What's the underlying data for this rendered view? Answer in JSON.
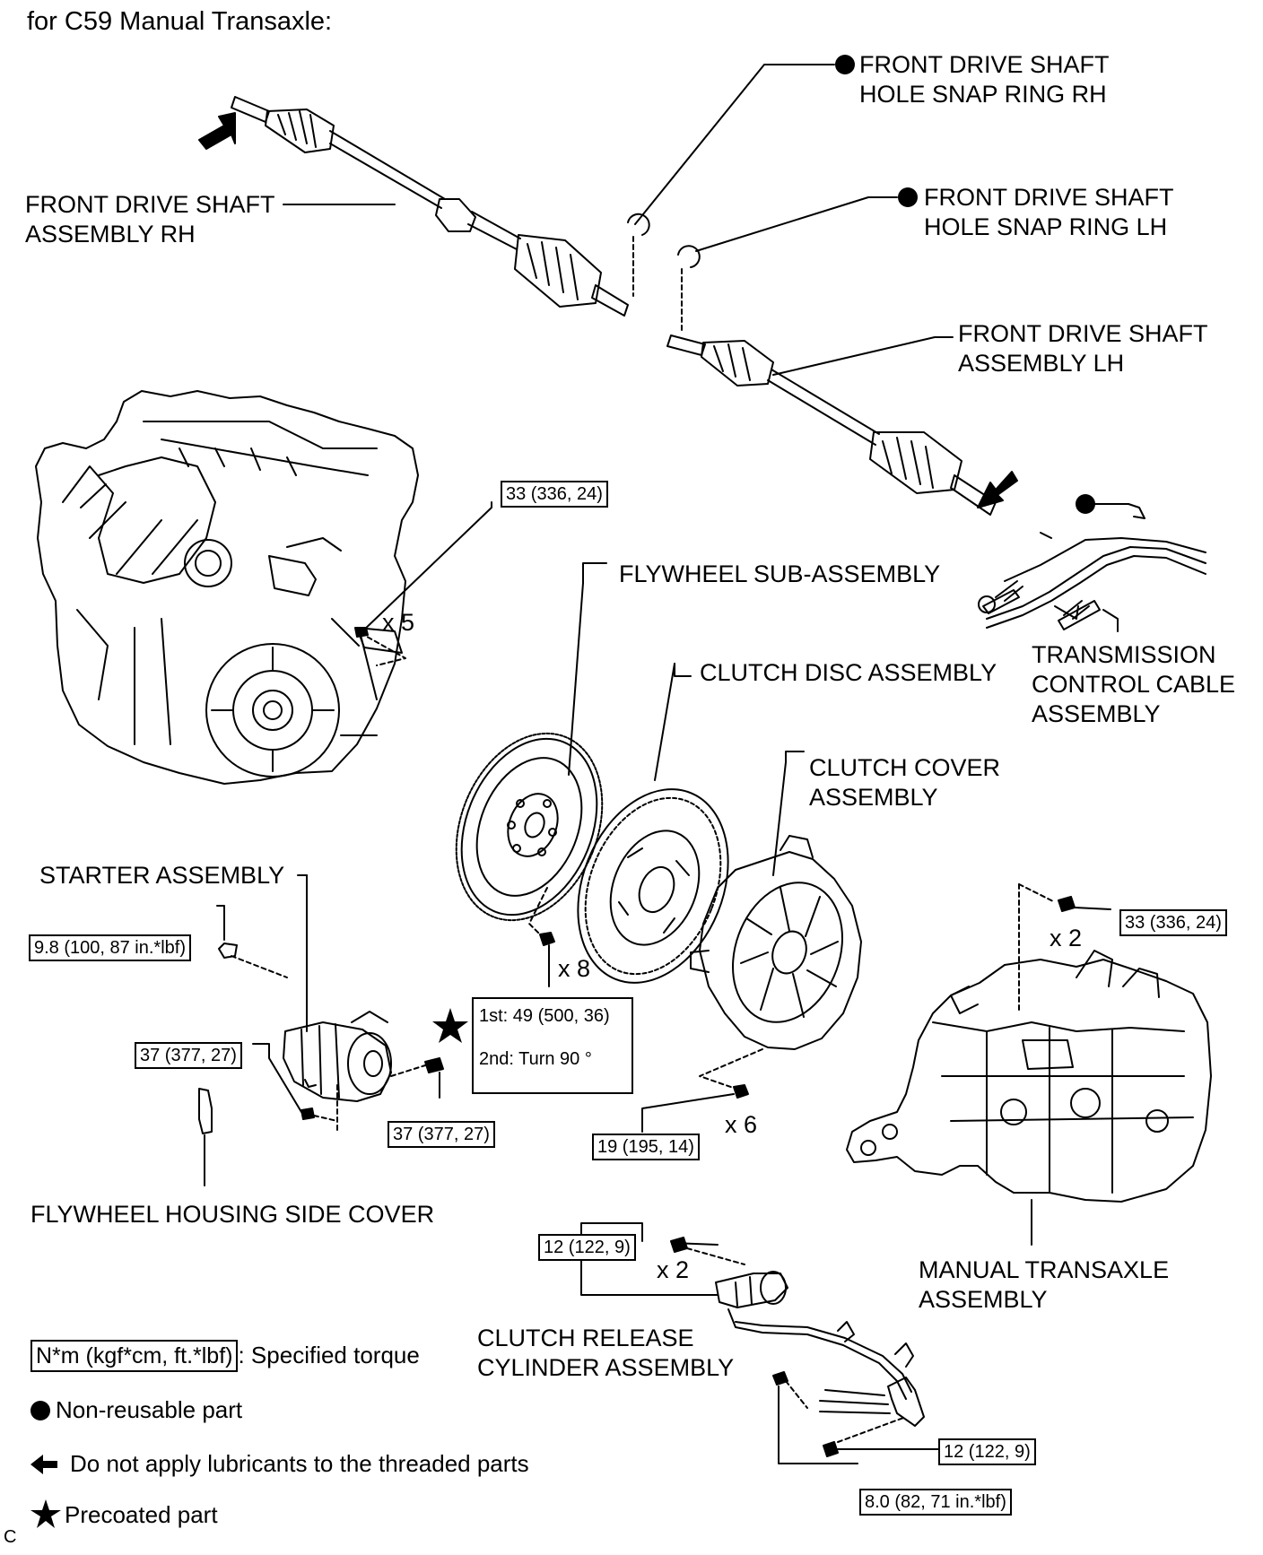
{
  "title": "for C59 Manual Transaxle:",
  "corner_mark": "C",
  "labels": {
    "front_snap_rh": "FRONT DRIVE SHAFT\nHOLE SNAP RING RH",
    "front_snap_lh": "FRONT DRIVE SHAFT\nHOLE SNAP RING LH",
    "drive_shaft_rh": "FRONT DRIVE SHAFT\nASSEMBLY RH",
    "drive_shaft_lh": "FRONT DRIVE SHAFT\nASSEMBLY LH",
    "flywheel": "FLYWHEEL SUB-ASSEMBLY",
    "clutch_disc": "CLUTCH DISC ASSEMBLY",
    "trans_cable": "TRANSMISSION\nCONTROL CABLE\nASSEMBLY",
    "clutch_cover": "CLUTCH COVER\nASSEMBLY",
    "starter": "STARTER ASSEMBLY",
    "flywheel_cover": "FLYWHEEL HOUSING SIDE COVER",
    "manual_transaxle": "MANUAL TRANSAXLE\nASSEMBLY",
    "clutch_release": "CLUTCH RELEASE\nCYLINDER ASSEMBLY"
  },
  "quantities": {
    "engine_bolts": "x 5",
    "flywheel_bolts": "x 8",
    "cover_bolts": "x 6",
    "transaxle_bolts": "x 2",
    "release_bolts": "x 2"
  },
  "torques": {
    "engine": "33 (336, 24)",
    "transaxle": "33 (336, 24)",
    "starter_small": "9.8 (100, 87 in.*lbf)",
    "starter_left": "37 (377, 27)",
    "starter_right": "37 (377, 27)",
    "flywheel_1st": "1st: 49 (500, 36)",
    "flywheel_2nd": "2nd:  Turn 90 °",
    "clutch_cover": "19 (195, 14)",
    "release_top": "12 (122, 9)",
    "release_bottom": "12 (122, 9)",
    "release_hose": "8.0 (82, 71 in.*lbf)"
  },
  "legend": {
    "torque_box": "N*m (kgf*cm, ft.*lbf)",
    "torque_text": ": Specified torque",
    "non_reusable": "Non-reusable part",
    "no_lubricant": "Do not apply lubricants to the threaded parts",
    "precoated": "Precoated part"
  }
}
